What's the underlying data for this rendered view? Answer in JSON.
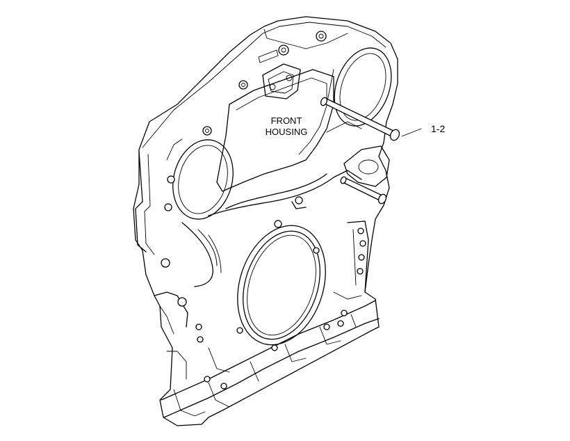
{
  "diagram": {
    "housing_label_line1": "FRONT",
    "housing_label_line2": "HOUSING",
    "callout_label": "1-2"
  }
}
